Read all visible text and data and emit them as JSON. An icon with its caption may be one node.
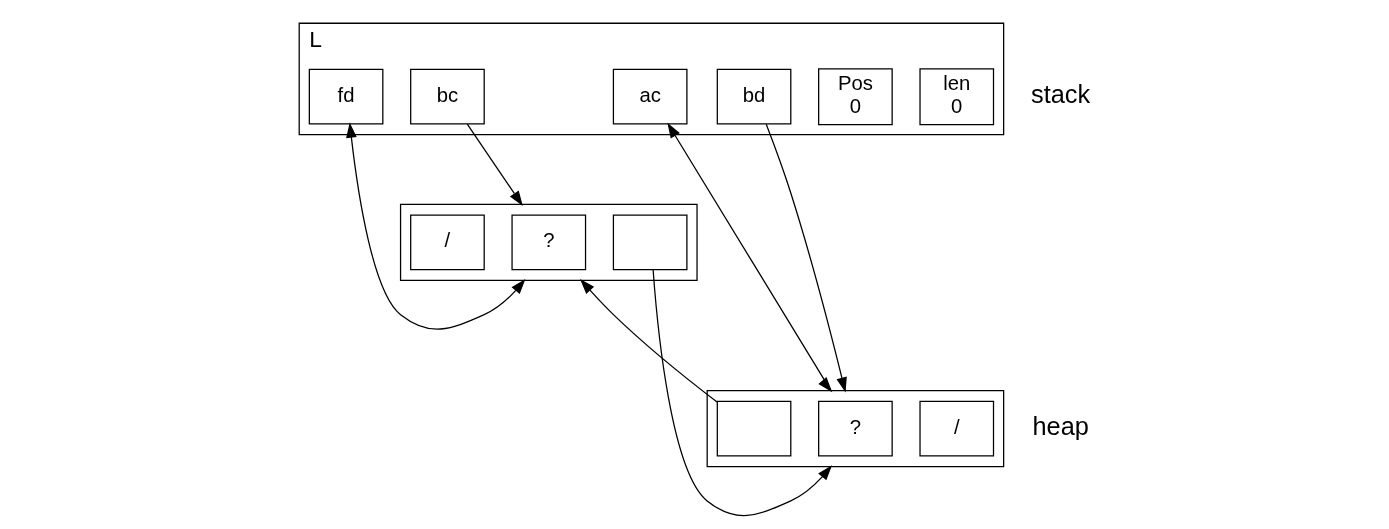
{
  "diagram": {
    "nodes": [
      {
        "text": [],
        "shape": "box",
        "beside": [
          "L"
        ]
      },
      {
        "text": [
          "fd"
        ],
        "in": 0
      },
      {
        "text": [
          "bc"
        ],
        "in": 0
      },
      {
        "text": [
          "ac"
        ],
        "in": 0
      },
      {
        "text": [
          "bd"
        ],
        "in": 0
      },
      {
        "text": [
          "Pos",
          "0"
        ],
        "in": 0
      },
      {
        "text": [
          "len",
          "0"
        ],
        "in": 0
      },
      {
        "text": [],
        "shape": "box"
      },
      {
        "text": [
          "/"
        ],
        "in": 7
      },
      {
        "text": [
          "?"
        ],
        "in": 7
      },
      {
        "text": [],
        "shape": "box",
        "in": 7
      },
      {
        "text": [],
        "shape": "box"
      },
      {
        "text": [],
        "shape": "box",
        "in": 11
      },
      {
        "text": [
          "?"
        ],
        "in": 11
      },
      {
        "text": [
          "/"
        ],
        "in": 11
      }
    ],
    "edges": [
      {
        "from": 1,
        "to": 7,
        "arrow": "both"
      },
      {
        "from": 2,
        "to": 7,
        "arrow": "to"
      },
      {
        "from": 3,
        "to": 11,
        "arrow": "both"
      },
      {
        "from": 4,
        "to": 11,
        "arrow": "to"
      },
      {
        "from": 12,
        "to": 7,
        "arrow": "to"
      },
      {
        "from": 10,
        "to": 11,
        "arrow": "to"
      }
    ],
    "labels": [
      "stack",
      "heap"
    ]
  }
}
